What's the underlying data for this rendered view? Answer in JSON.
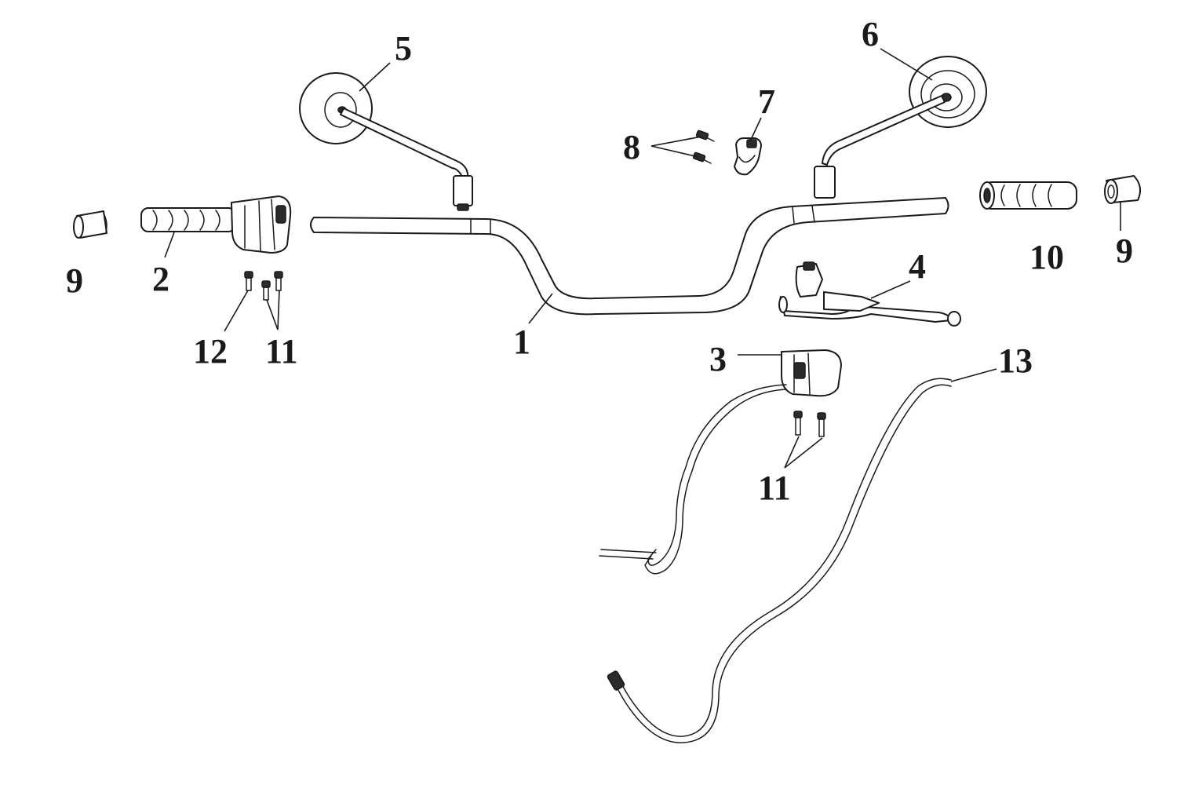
{
  "diagram": {
    "colors": {
      "line": "#1a1a1a",
      "background": "#ffffff"
    },
    "callouts": [
      {
        "id": "c1",
        "text": "1"
      },
      {
        "id": "c2",
        "text": "2"
      },
      {
        "id": "c3",
        "text": "3"
      },
      {
        "id": "c4",
        "text": "4"
      },
      {
        "id": "c5",
        "text": "5"
      },
      {
        "id": "c6",
        "text": "6"
      },
      {
        "id": "c7",
        "text": "7"
      },
      {
        "id": "c8",
        "text": "8"
      },
      {
        "id": "c9a",
        "text": "9"
      },
      {
        "id": "c9b",
        "text": "9"
      },
      {
        "id": "c10",
        "text": "10"
      },
      {
        "id": "c11a",
        "text": "11"
      },
      {
        "id": "c11b",
        "text": "11"
      },
      {
        "id": "c12",
        "text": "12"
      },
      {
        "id": "c13",
        "text": "13"
      }
    ]
  }
}
